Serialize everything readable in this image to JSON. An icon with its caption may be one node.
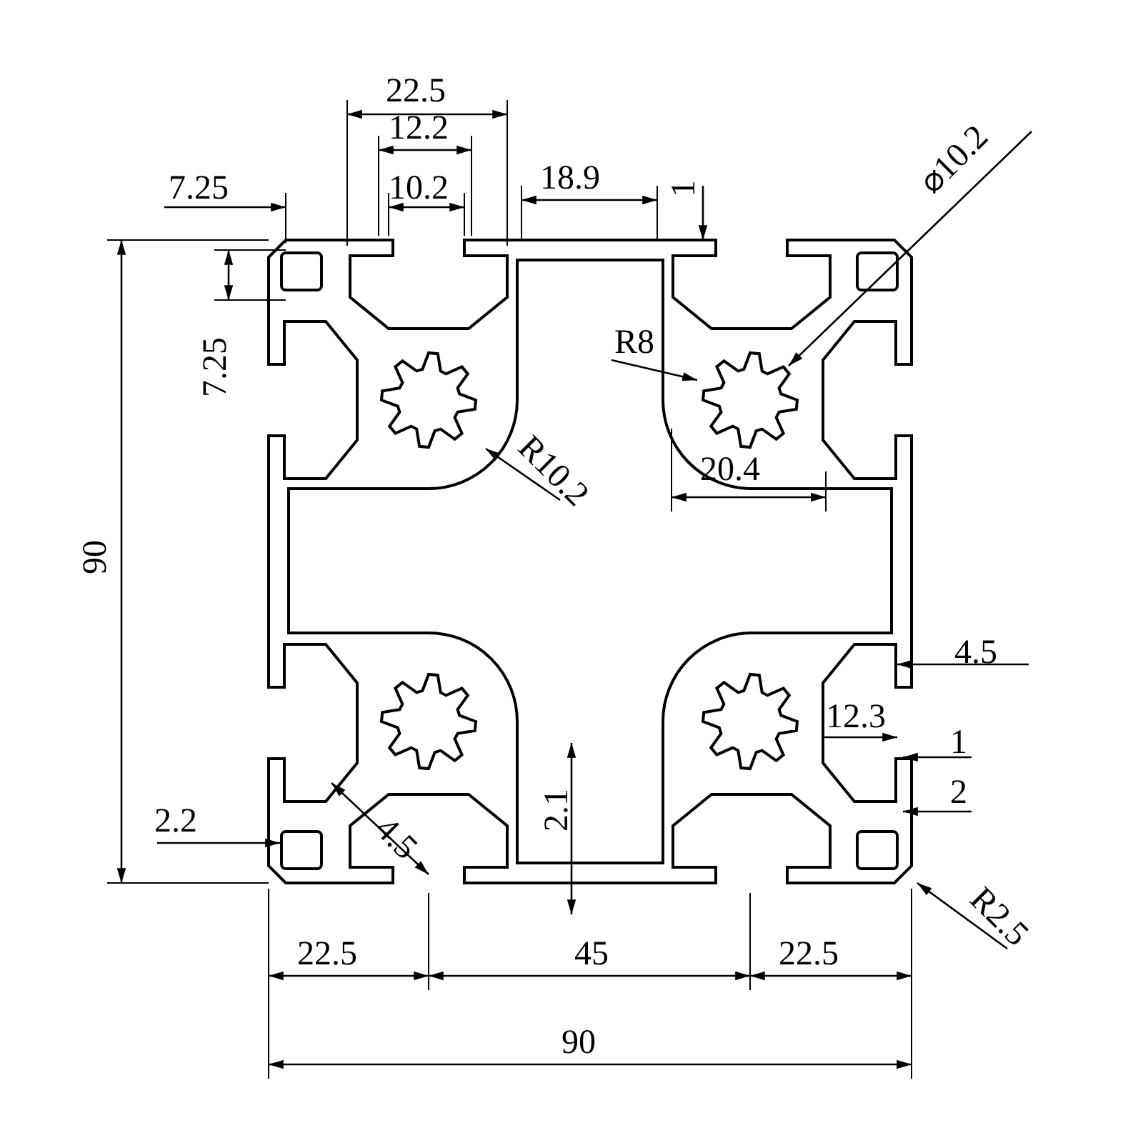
{
  "diagram": {
    "nodes": [
      {
        "text": [
          "⌀10.2"
        ]
      },
      {
        "text": [
          "R8"
        ]
      },
      {
        "text": [
          "R10.2"
        ]
      },
      {
        "text": [
          "R2.5"
        ]
      }
    ],
    "edges": [
      {
        "from": 0,
        "to": null,
        "arrow": "to"
      },
      {
        "from": 1,
        "to": null,
        "arrow": "to"
      },
      {
        "from": 2,
        "to": null,
        "arrow": "to"
      },
      {
        "from": 3,
        "to": null,
        "arrow": "to"
      }
    ],
    "labels": [
      "22.5",
      "12.2",
      "10.2",
      "7.25",
      "18.9",
      "1",
      "7.25",
      "90",
      "20.4",
      "4.5",
      "12.3",
      "1",
      "2",
      "2.2",
      "2.1",
      "4.5",
      "22.5",
      "45",
      "22.5",
      "90"
    ]
  }
}
